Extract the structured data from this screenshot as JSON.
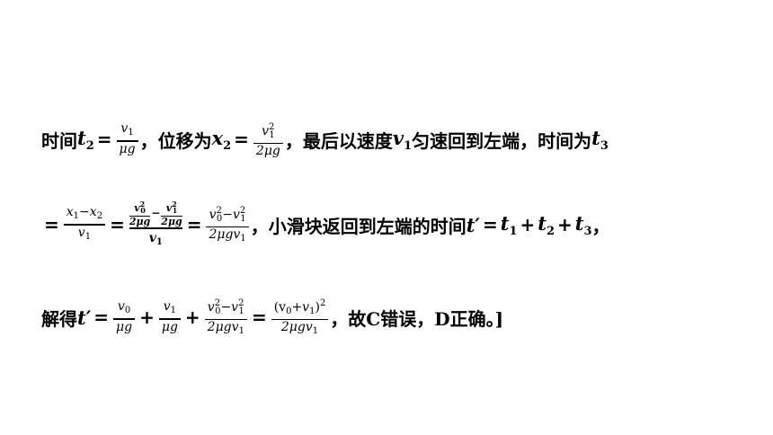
{
  "line1": {
    "t_time": "时间",
    "t2": "t",
    "t2_sub": "2",
    "eq": "=",
    "f1_num": "v",
    "f1_num_sub": "1",
    "f1_den": "μg",
    "t_disp": "，位移为",
    "x2": "x",
    "x2_sub": "2",
    "eq2": "=",
    "f2_num": "v",
    "f2_num_sup": "2",
    "f2_num_sub": "1",
    "f2_den": "2μg",
    "t_rest": "，最后以速度",
    "v1": "v",
    "v1_sub": "1",
    "t_rest2": "匀速回到左端，时间为",
    "t3": "t",
    "t3_sub": "3"
  },
  "line2": {
    "eq": "=",
    "fa_num": "x",
    "fa_num_s1": "1",
    "fa_minus": "−",
    "fa_num2": "x",
    "fa_num_s2": "2",
    "fa_den": "v",
    "fa_den_sub": "1",
    "eq2": "=",
    "sa_num": "v",
    "sa_sup": "2",
    "sa_sub": "0",
    "sa_den": "2μg",
    "sb_num": "v",
    "sb_sup": "2",
    "sb_sub": "1",
    "sb_den": "2μg",
    "c_minus": "−",
    "c_den": "v",
    "c_den_sub": "1",
    "eq3": "=",
    "fb_n1": "v",
    "fb_sup1": "2",
    "fb_sub1": "0",
    "fb_minus": "−",
    "fb_n2": "v",
    "fb_sup2": "2",
    "fb_sub2": "1",
    "fb_den": "2μgv",
    "fb_den_sub": "1",
    "t_text": "，小滑块返回到左端的时间",
    "tp": "t′",
    "eq4": "=",
    "a": "t",
    "a_sub": "1",
    "plus1": "+",
    "b": "t",
    "b_sub": "2",
    "plus2": "+",
    "c": "t",
    "c_sub": "3",
    "end": "，"
  },
  "line3": {
    "t_solve": "解得",
    "tp": "t′",
    "eq": "=",
    "f1_num": "v",
    "f1_num_sub": "0",
    "f1_den": "μg",
    "plus1": "+",
    "f2_num": "v",
    "f2_num_sub": "1",
    "f2_den": "μg",
    "plus2": "+",
    "f3_n1": "v",
    "f3_sup1": "2",
    "f3_sub1": "0",
    "f3_minus": "−",
    "f3_n2": "v",
    "f3_sup2": "2",
    "f3_sub2": "1",
    "f3_den": "2μgv",
    "f3_den_sub": "1",
    "eq2": "=",
    "f4_num_open": "(v",
    "f4_sub_a": "0",
    "f4_plus": "+v",
    "f4_sub_b": "1",
    "f4_close": ")",
    "f4_sup": "2",
    "f4_den": "2μgv",
    "f4_den_sub": "1",
    "t_end": "，故C错误，D正确。]"
  }
}
